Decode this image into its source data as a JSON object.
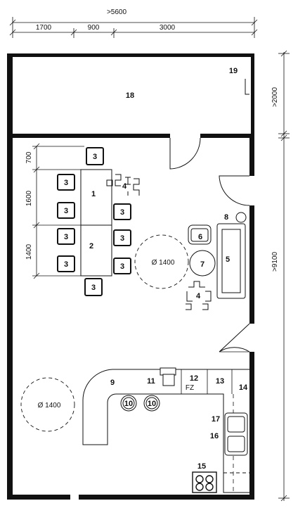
{
  "dimensions": {
    "total_width": ">5600",
    "width_parts": [
      "1700",
      "900",
      "3000"
    ],
    "top_height": ">2000",
    "main_height": ">9100",
    "table_parts": [
      "700",
      "1600",
      "1400"
    ]
  },
  "turning_circles": {
    "living": "Ø 1400",
    "kitchen": "Ø 1400"
  },
  "labels": {
    "table_1": "1",
    "table_2": "2",
    "chair": "3",
    "stack_upper": "4",
    "stack_lower": "4",
    "sofa": "5",
    "armchair": "6",
    "round_table": "7",
    "lamp": "8",
    "counter": "9",
    "stool": "10",
    "sink": "11",
    "fridge": "12",
    "fridge_code": "FZ",
    "unit_13": "13",
    "unit_14": "14",
    "hob": "15",
    "unit_16": "16",
    "unit_17": "17",
    "room": "18",
    "wardrobe": "19"
  }
}
